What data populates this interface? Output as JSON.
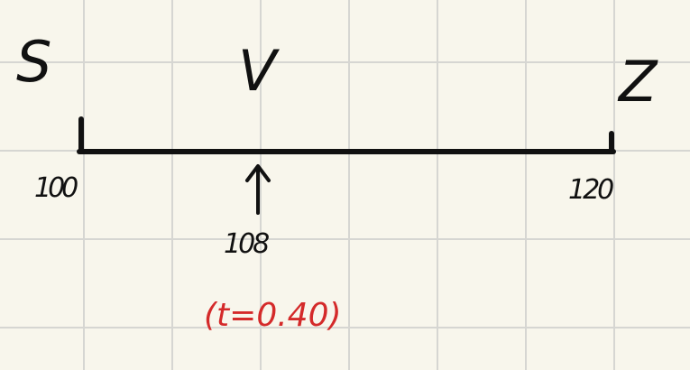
{
  "points": {
    "left": {
      "label": "S",
      "value": "100"
    },
    "middle": {
      "label": "V",
      "value": "108"
    },
    "right": {
      "label": "Z",
      "value": "120"
    }
  },
  "annotation": "(t=0.40)",
  "colors": {
    "ink": "#111111",
    "annotation": "#d42a2a",
    "grid": "#d6d6d2",
    "paper": "#f8f6ec"
  }
}
